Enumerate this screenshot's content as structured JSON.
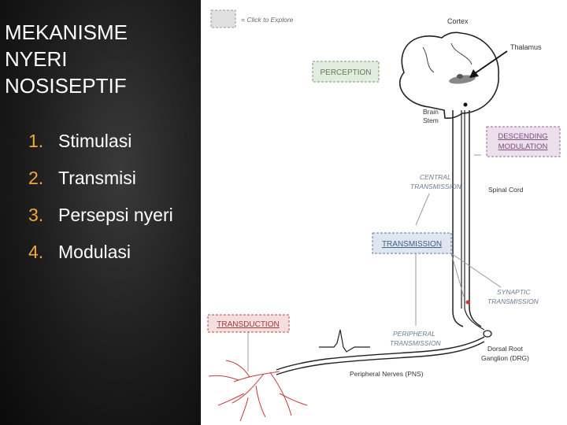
{
  "slide": {
    "title_lines": [
      "MEKANISME",
      "NYERI",
      "NOSISEPTIF"
    ],
    "list": [
      {
        "num": "1.",
        "text": "Stimulasi"
      },
      {
        "num": "2.",
        "text": "Transmisi"
      },
      {
        "num": "3.",
        "text": "Persepsi nyeri"
      },
      {
        "num": "4.",
        "text": "Modulasi"
      }
    ]
  },
  "diagram": {
    "legend": "= Click to Explore",
    "labels": {
      "cortex": "Cortex",
      "thalamus": "Thalamus",
      "brain_stem_1": "Brain",
      "brain_stem_2": "Stem",
      "spinal_cord": "Spinal Cord",
      "central_1": "CENTRAL",
      "central_2": "TRANSMISSION",
      "synaptic_1": "SYNAPTIC",
      "synaptic_2": "TRANSMISSION",
      "peripheral_1": "PERIPHERAL",
      "peripheral_2": "TRANSMISSION",
      "drg_1": "Dorsal Root",
      "drg_2": "Ganglion (DRG)",
      "pns": "Peripheral Nerves (PNS)"
    },
    "boxes": {
      "perception": "PERCEPTION",
      "descending_1": "DESCENDING",
      "descending_2": "MODULATION",
      "transmission": "TRANSMISSION",
      "transduction": "TRANSDUCTION"
    },
    "colors": {
      "perception": "#7a9a6a",
      "modulation": "#9a6a9a",
      "transmission": "#5a7aa8",
      "transduction": "#b84a4a",
      "nerve": "#c83a3a"
    }
  }
}
